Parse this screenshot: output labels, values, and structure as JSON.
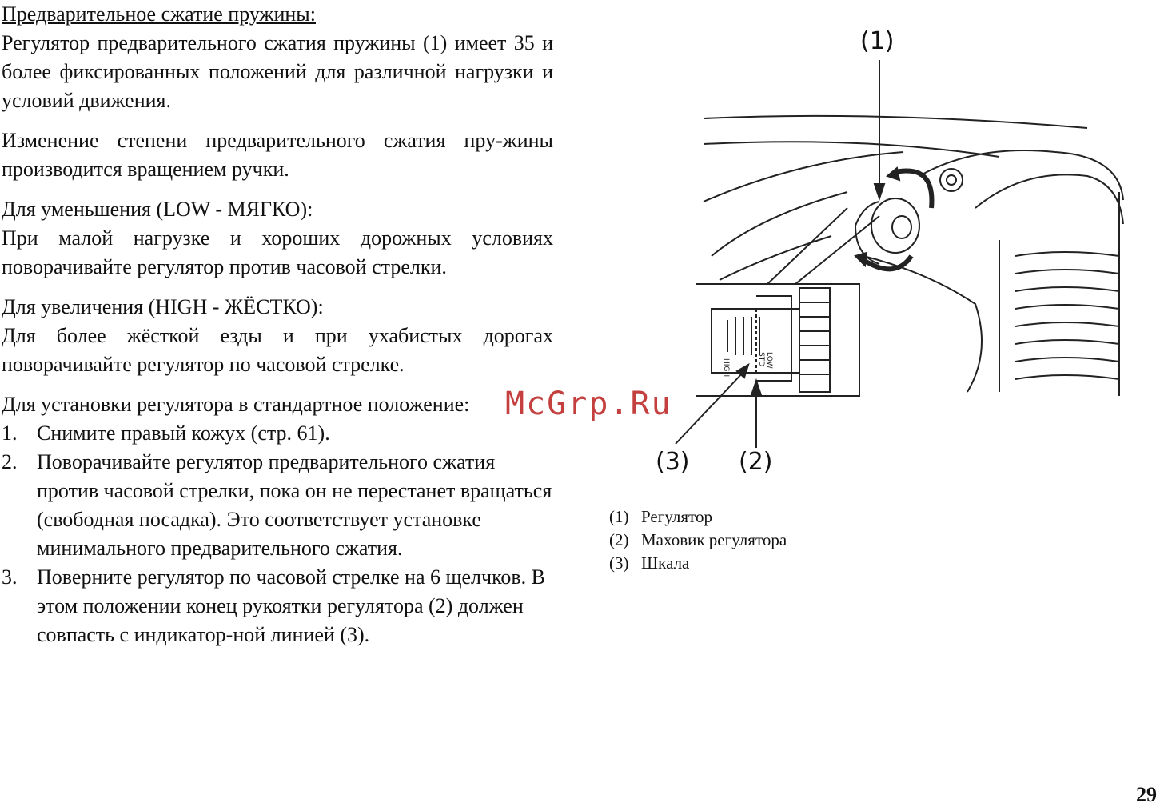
{
  "heading": "Предварительное сжатие пружины:",
  "paragraphs": {
    "p1": "Регулятор предварительного сжатия пружины (1) имеет 35 и более фиксированных положений для различной нагрузки и условий движения.",
    "p2": "Изменение степени предварительного сжатия пру-жины производится вращением ручки.",
    "low_title": "Для уменьшения (LOW - МЯГКО):",
    "low_text": "При малой нагрузке и хороших дорожных условиях поворачивайте регулятор против часовой стрелки.",
    "high_title": "Для увеличения (HIGH - ЖЁСТКО):",
    "high_text": "Для более жёсткой езды и при ухабистых дорогах поворачивайте регулятор по часовой стрелке.",
    "std_title": "Для установки регулятора в стандартное положение:"
  },
  "steps": [
    {
      "num": "1.",
      "text": "Снимите правый кожух (стр. 61)."
    },
    {
      "num": "2.",
      "text": "Поворачивайте регулятор предварительного сжатия против часовой стрелки, пока он не перестанет вращаться (свободная посадка). Это соответствует установке минимального предварительного сжатия."
    },
    {
      "num": "3.",
      "text": "Поверните регулятор по часовой стрелке на 6 щелчков. В этом положении конец рукоятки регулятора (2) должен совпасть с индикатор-ной линией (3)."
    }
  ],
  "figure": {
    "callout_1": "(1)",
    "callout_2": "(2)",
    "callout_3": "(3)",
    "scale_high": "HIGH",
    "scale_std": "STD",
    "scale_low": "LOW"
  },
  "legend": [
    {
      "key": "(1)",
      "label": "Регулятор"
    },
    {
      "key": "(2)",
      "label": "Маховик регулятора"
    },
    {
      "key": "(3)",
      "label": "Шкала"
    }
  ],
  "watermark": "McGrp.Ru",
  "page_number": "29"
}
